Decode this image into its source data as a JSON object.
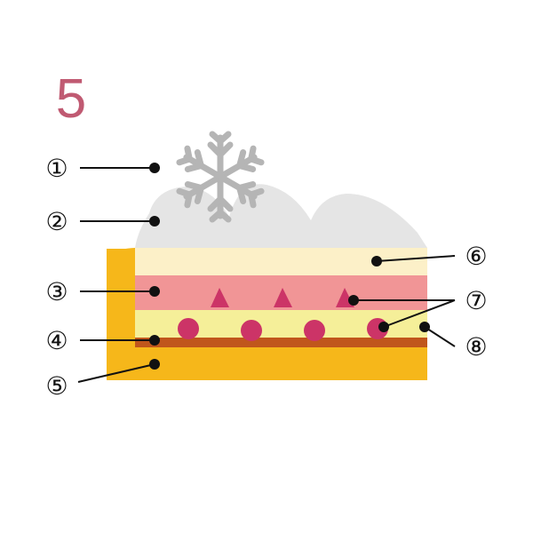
{
  "page": {
    "number": "5"
  },
  "callouts": [
    {
      "id": 1,
      "label": "①"
    },
    {
      "id": 2,
      "label": "②"
    },
    {
      "id": 3,
      "label": "③"
    },
    {
      "id": 4,
      "label": "④"
    },
    {
      "id": 5,
      "label": "⑤"
    },
    {
      "id": 6,
      "label": "⑥"
    },
    {
      "id": 7,
      "label": "⑦"
    },
    {
      "id": 8,
      "label": "⑧"
    }
  ],
  "icons": {
    "snowflake": "snowflake-icon"
  },
  "colors": {
    "title": "#c05a72",
    "crust": "#f6b71a",
    "jam": "#c0561c",
    "cream": "#fcf0c8",
    "pink_layer": "#f19596",
    "yellow_layer": "#f5ef99",
    "berry": "#cc3467",
    "meringue": "#e5e5e5",
    "snowflake": "#b5b5b5",
    "line": "#111111"
  }
}
